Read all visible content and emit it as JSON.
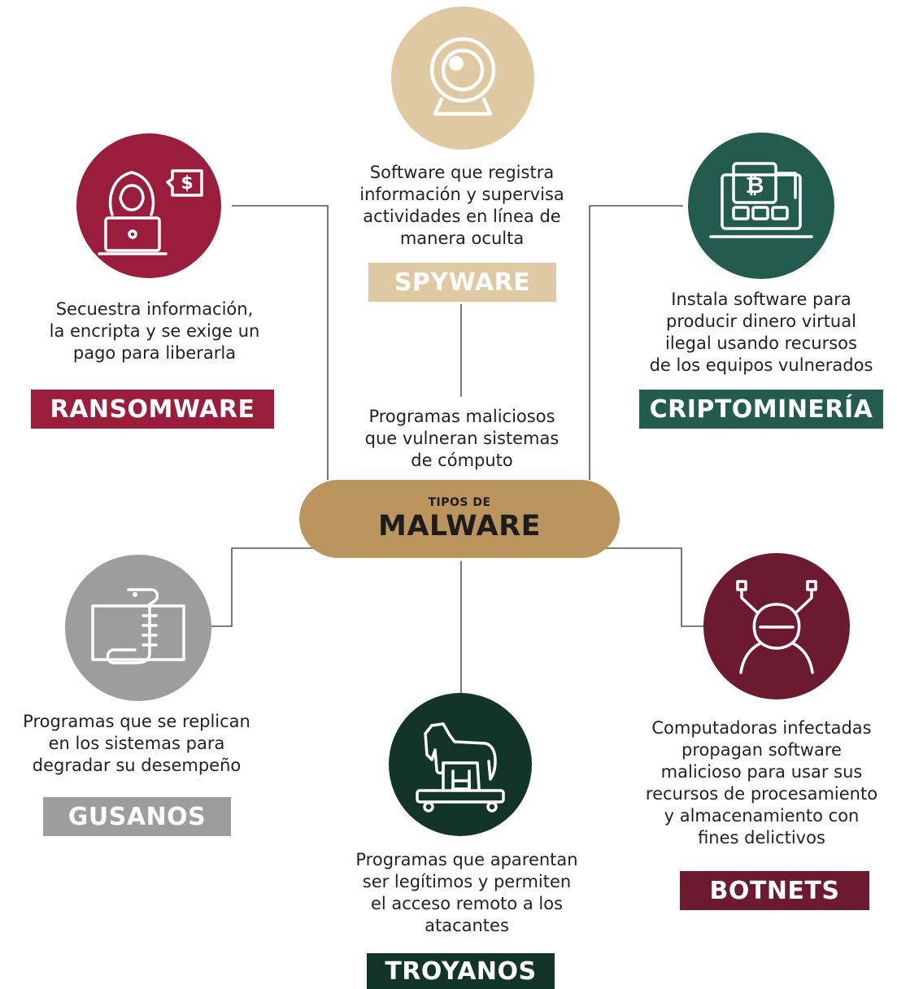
{
  "center": {
    "subtitle": "TIPOS DE",
    "title": "MALWARE",
    "description": "Programas maliciosos\nque vulneran sistemas\nde cómputo"
  },
  "categories": {
    "spyware": {
      "label": "SPYWARE",
      "description": "Software que registra\ninformación y supervisa\nactividades en línea de\nmanera oculta",
      "icon": "webcam-icon",
      "color": "#dfc9a2"
    },
    "ransomware": {
      "label": "RANSOMWARE",
      "description": "Secuestra información,\nla encripta y se exige un\npago para liberarla",
      "icon": "hooded-hacker-laptop-icon",
      "color": "#9b1d3c"
    },
    "criptomineria": {
      "label": "CRIPTOMINERÍA",
      "description": "Instala software para\nproducir dinero virtual\nilegal usando recursos\nde los equipos vulnerados",
      "icon": "bitcoin-laptop-icon",
      "color": "#235b4e"
    },
    "gusanos": {
      "label": "GUSANOS",
      "description": "Programas que se replican\nen los sistemas para\ndegradar su desempeño",
      "icon": "worm-icon",
      "color": "#9d9d9d"
    },
    "troyanos": {
      "label": "TROYANOS",
      "description": "Programas que aparentan\nser legítimos y permiten\nel acceso remoto a los\natacantes",
      "icon": "trojan-horse-icon",
      "color": "#12342b"
    },
    "botnets": {
      "label": "BOTNETS",
      "description": "Computadoras infectadas\npropagan software\nmalicioso para usar sus\nrecursos de procesamiento\ny almacenamiento con\nfines delictivos",
      "icon": "bot-icon",
      "color": "#6b1a30"
    }
  }
}
